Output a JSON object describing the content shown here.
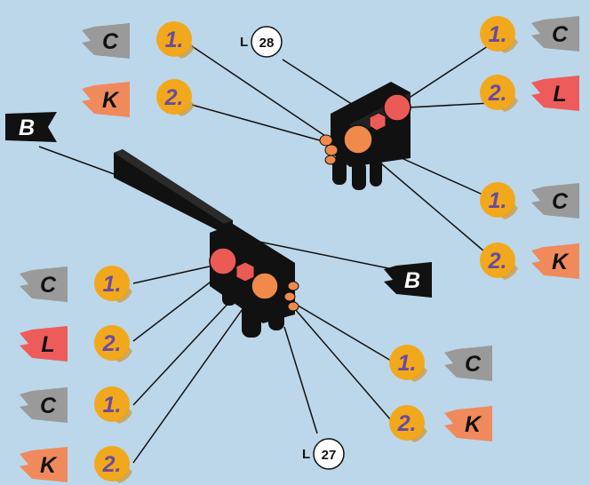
{
  "colors": {
    "background": "#bcd7ea",
    "flag_c": "#9a9a9a",
    "flag_k": "#f08a5d",
    "flag_l": "#ee5b5b",
    "flag_b": "#111111",
    "badge": "#f2a81d",
    "badge_text": "#6a4b9c",
    "part_orange": "#f08a4b",
    "part_red": "#ec5a55",
    "part_black": "#111111"
  },
  "top_assembly": {
    "label_prefix": "L",
    "label_number": "28",
    "left_steps": [
      {
        "step": "1.",
        "flag": "C"
      },
      {
        "step": "2.",
        "flag": "K"
      }
    ],
    "right_steps": [
      {
        "step": "1.",
        "flag": "C"
      },
      {
        "step": "2.",
        "flag": "L"
      },
      {
        "step": "1.",
        "flag": "C"
      },
      {
        "step": "2.",
        "flag": "K"
      }
    ]
  },
  "bottom_assembly": {
    "label_prefix": "L",
    "label_number": "27",
    "rail_flag": "B",
    "right_flag": "B",
    "left_steps": [
      {
        "step": "1.",
        "flag": "C"
      },
      {
        "step": "2.",
        "flag": "L"
      },
      {
        "step": "1.",
        "flag": "C"
      },
      {
        "step": "2.",
        "flag": "K"
      }
    ],
    "right_steps": [
      {
        "step": "1.",
        "flag": "C"
      },
      {
        "step": "2.",
        "flag": "K"
      }
    ]
  }
}
